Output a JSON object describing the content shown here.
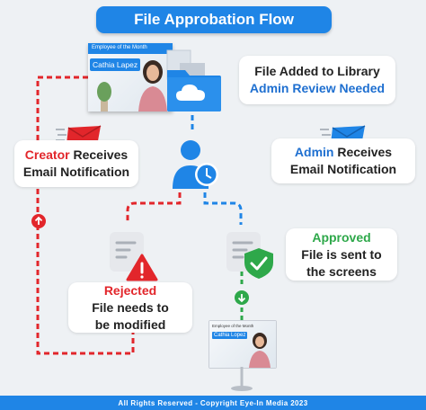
{
  "title": "File Approbation Flow",
  "thumb_large": {
    "header": "Employee of the Month",
    "name": "Cathia Lapez"
  },
  "thumb_small": {
    "header": "Employee of the Month",
    "name": "Cathia Lopez"
  },
  "library_card": {
    "line1": "File Added to Library",
    "line2": "Admin Review Needed"
  },
  "creator_card": {
    "highlight": "Creator",
    "rest": " Receives",
    "line2": "Email Notification"
  },
  "admin_card": {
    "highlight": "Admin",
    "rest": " Receives",
    "line2": "Email Notification"
  },
  "rejected_card": {
    "highlight": "Rejected",
    "line2": "File needs to",
    "line3": "be modified"
  },
  "approved_card": {
    "highlight": "Approved",
    "line2": "File is sent to",
    "line3": "the screens"
  },
  "footer": "All Rights Reserved - Copyright Eye-In Media 2023",
  "colors": {
    "blue": "#1f85e6",
    "red": "#e2262b",
    "green": "#2ea84a",
    "background": "#eef1f4"
  }
}
